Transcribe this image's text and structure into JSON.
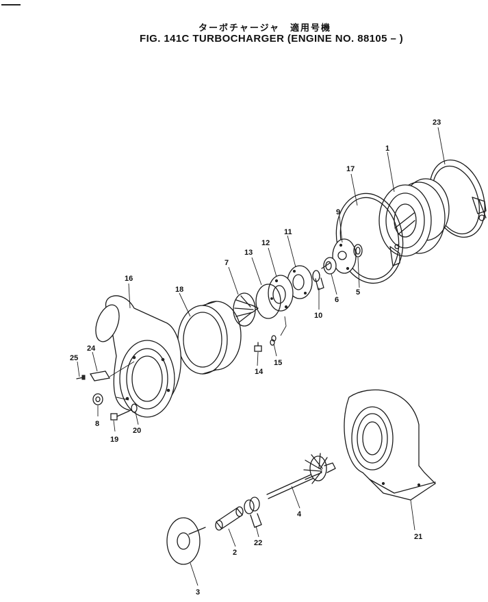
{
  "title": {
    "japanese": "ターボチャージャ　適用号機",
    "english": "FIG. 141C  TURBOCHARGER (ENGINE NO. 88105 – )"
  },
  "parts": [
    {
      "id": "1",
      "label": "1"
    },
    {
      "id": "2",
      "label": "2"
    },
    {
      "id": "3",
      "label": "3"
    },
    {
      "id": "4",
      "label": "4"
    },
    {
      "id": "5",
      "label": "5"
    },
    {
      "id": "6",
      "label": "6"
    },
    {
      "id": "7",
      "label": "7"
    },
    {
      "id": "8",
      "label": "8"
    },
    {
      "id": "9",
      "label": "9"
    },
    {
      "id": "10",
      "label": "10"
    },
    {
      "id": "11",
      "label": "11"
    },
    {
      "id": "12",
      "label": "12"
    },
    {
      "id": "13",
      "label": "13"
    },
    {
      "id": "14",
      "label": "14"
    },
    {
      "id": "15",
      "label": "15"
    },
    {
      "id": "16",
      "label": "16"
    },
    {
      "id": "17",
      "label": "17"
    },
    {
      "id": "18",
      "label": "18"
    },
    {
      "id": "19",
      "label": "19"
    },
    {
      "id": "20",
      "label": "20"
    },
    {
      "id": "21",
      "label": "21"
    },
    {
      "id": "22",
      "label": "22"
    },
    {
      "id": "23",
      "label": "23"
    },
    {
      "id": "24",
      "label": "24"
    },
    {
      "id": "25",
      "label": "25"
    }
  ]
}
